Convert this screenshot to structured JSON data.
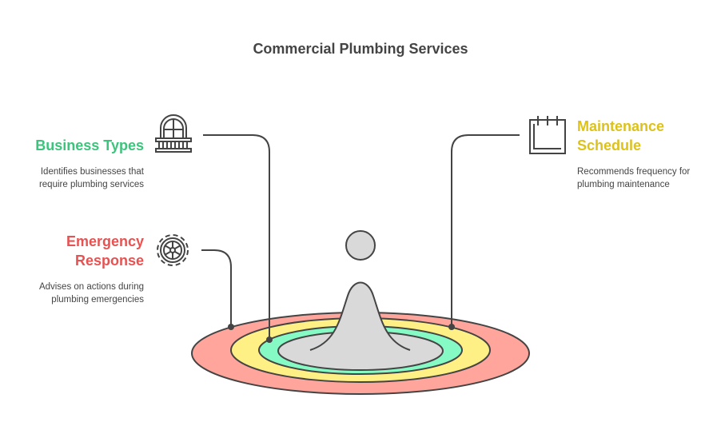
{
  "title": "Commercial Plumbing Services",
  "items": [
    {
      "heading": "Business Types",
      "description_lines": [
        "Identifies businesses that",
        "require plumbing services"
      ],
      "color": "#3cc47c",
      "icon": "building-balcony-icon"
    },
    {
      "heading_lines": [
        "Emergency",
        "Response"
      ],
      "description_lines": [
        "Advises on actions during",
        "plumbing emergencies"
      ],
      "color": "#e55353",
      "icon": "gear-wheel-icon"
    },
    {
      "heading_lines": [
        "Maintenance",
        "Schedule"
      ],
      "description_lines": [
        "Recommends frequency for",
        "plumbing maintenance"
      ],
      "color": "#dcc21a",
      "icon": "calendar-icon"
    }
  ],
  "colors": {
    "outer_ring": "#ffa59c",
    "yellow_ring": "#fff085",
    "green_ring": "#86fac4",
    "center": "#d9d9d9",
    "stroke": "#444444"
  }
}
